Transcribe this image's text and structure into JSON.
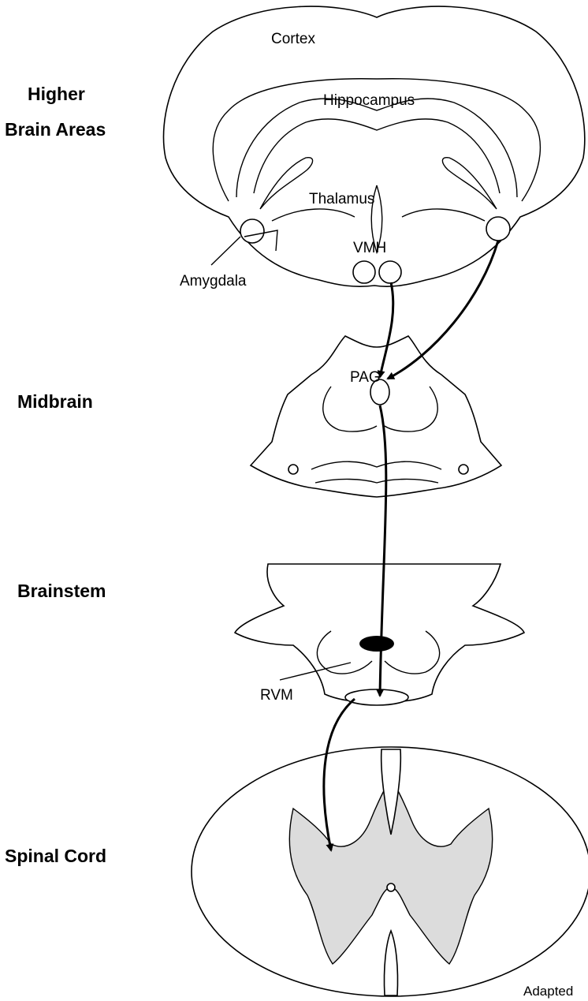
{
  "levels": {
    "higher_line1": "Higher",
    "higher_line2": "Brain Areas",
    "midbrain": "Midbrain",
    "brainstem": "Brainstem",
    "spinal_cord": "Spinal Cord"
  },
  "structures": {
    "cortex": "Cortex",
    "hippocampus": "Hippocampus",
    "thalamus": "Thalamus",
    "vmh": "VMH",
    "amygdala": "Amygdala",
    "pag": "PAG",
    "rvm": "RVM"
  },
  "credit": "Adapted"
}
